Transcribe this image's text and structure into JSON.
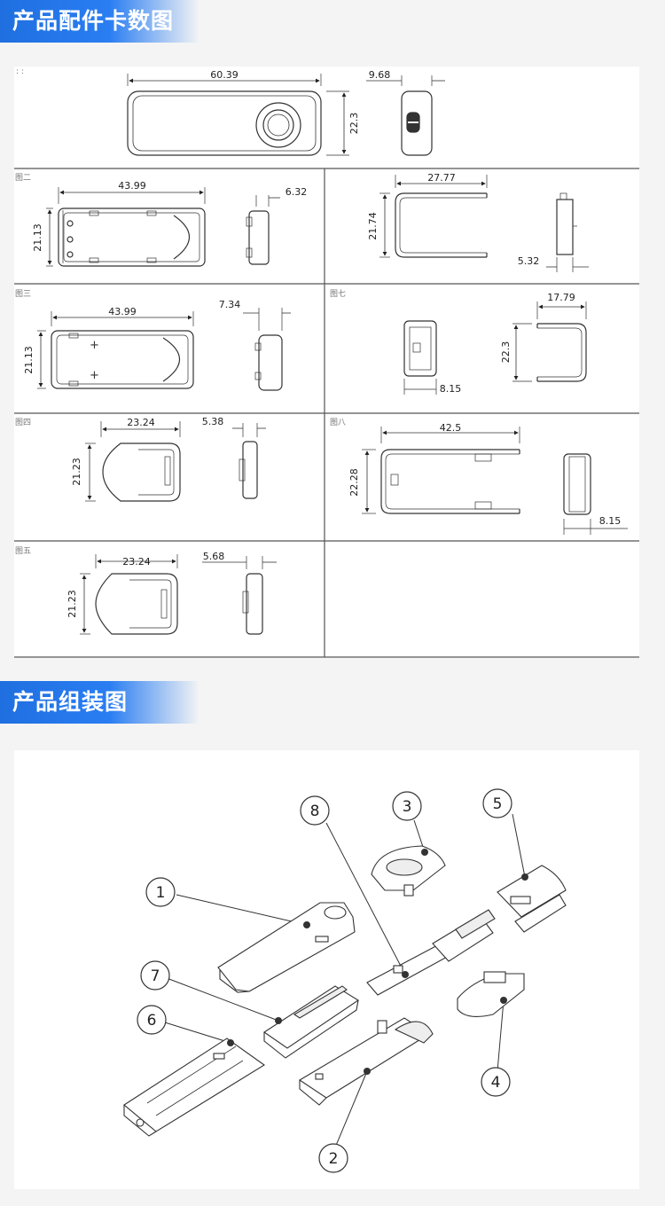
{
  "headers": {
    "dimensions_title": "产品配件卡数图",
    "assembly_title": "产品组装图"
  },
  "panel_labels": {
    "p2": "图二",
    "p3": "图三",
    "p4": "图四",
    "p5": "图五",
    "p7": "图七",
    "p8": "图八"
  },
  "dimensions": {
    "fig1": {
      "length": "60.39",
      "height": "22.3",
      "thickness": "9.68"
    },
    "fig2": {
      "length": "43.99",
      "height": "21.13",
      "thickness": "6.32"
    },
    "fig3": {
      "length": "43.99",
      "height": "21.13",
      "thickness": "7.34"
    },
    "fig4": {
      "length": "23.24",
      "height": "21.23",
      "thickness": "5.38"
    },
    "fig5": {
      "length": "23.24",
      "height": "21.23",
      "thickness": "5.68"
    },
    "fig6": {
      "length": "27.77",
      "height": "21.74",
      "thickness": "5.32"
    },
    "fig7": {
      "length": "17.79",
      "height": "22.3",
      "thickness": "8.15"
    },
    "fig8": {
      "length": "42.5",
      "height": "22.28",
      "thickness": "8.15"
    }
  },
  "callouts": [
    "1",
    "2",
    "3",
    "4",
    "5",
    "6",
    "7",
    "8"
  ],
  "colors": {
    "header_blue": "#1f6fe0",
    "line": "#333333",
    "grid": "#555555"
  }
}
